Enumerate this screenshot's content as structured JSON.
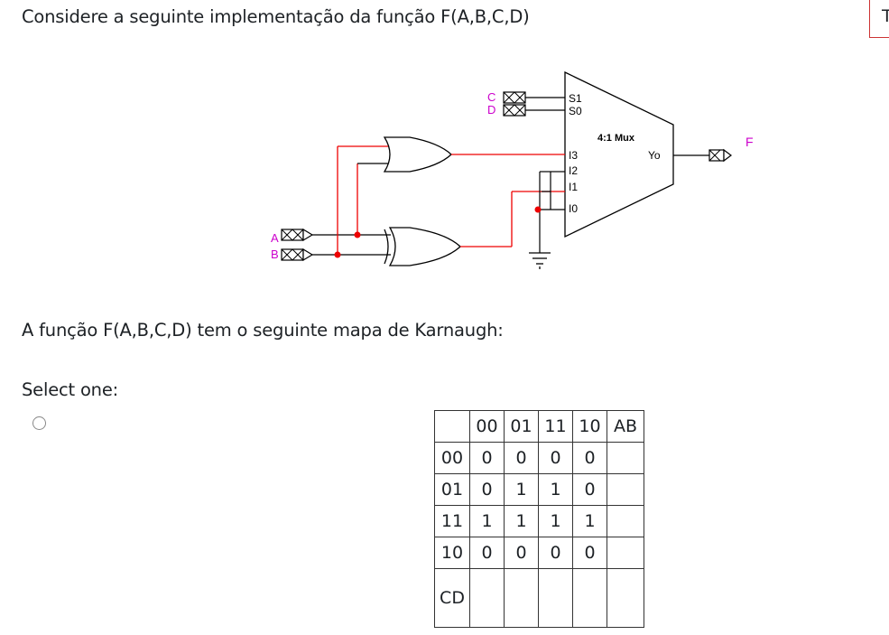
{
  "question": {
    "text": "Considere a seguinte implementação da função F(A,B,C,D)",
    "map_text": "A função F(A,B,C,D) tem o seguinte mapa de Karnaugh:",
    "select_label": "Select one:"
  },
  "edge_text": "T",
  "circuit": {
    "mux_label": "4:1 Mux",
    "select_pins": [
      "S1",
      "S0"
    ],
    "input_pins": [
      "I3",
      "I2",
      "I1",
      "I0"
    ],
    "output_pin": "Yo",
    "inputs_top": [
      "C",
      "D"
    ],
    "inputs_left": [
      "A",
      "B"
    ],
    "output_name": "F",
    "colors": {
      "wire_active": "#ff0000",
      "wire": "#000000",
      "pin_label": "#cc00cc"
    }
  },
  "kmap": {
    "header": [
      "",
      "00",
      "01",
      "11",
      "10",
      "AB"
    ],
    "rows": [
      {
        "label": "00",
        "cells": [
          "0",
          "0",
          "0",
          "0",
          ""
        ]
      },
      {
        "label": "01",
        "cells": [
          "0",
          "1",
          "1",
          "0",
          ""
        ]
      },
      {
        "label": "11",
        "cells": [
          "1",
          "1",
          "1",
          "1",
          ""
        ]
      },
      {
        "label": "10",
        "cells": [
          "0",
          "0",
          "0",
          "0",
          ""
        ]
      }
    ],
    "footer": [
      "CD",
      "",
      "",
      "",
      "",
      ""
    ]
  }
}
